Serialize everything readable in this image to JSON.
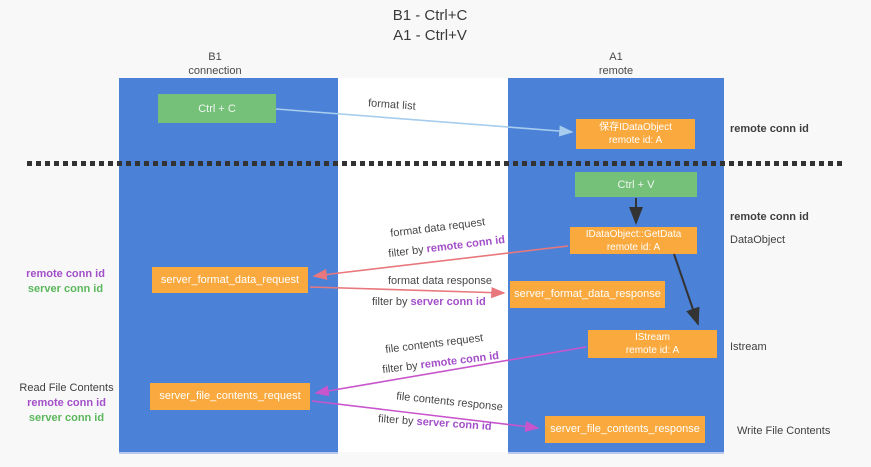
{
  "title": {
    "line1": "B1 - Ctrl+C",
    "line2": "A1 - Ctrl+V"
  },
  "lanes": {
    "b1": {
      "header_line1": "B1",
      "header_line2": "connection"
    },
    "a1": {
      "header_line1": "A1",
      "header_line2": "remote"
    }
  },
  "boxes": {
    "ctrl_c": "Ctrl + C",
    "ctrl_v": "Ctrl + V",
    "saved_idataobject_line1": "保存IDataObject",
    "saved_idataobject_line2": "remote id: A",
    "getdata_line1": "IDataObject::GetData",
    "getdata_line2": "remote id: A",
    "format_request": "server_format_data_request",
    "format_response": "server_format_data_response",
    "istream_line1": "IStream",
    "istream_line2": "remote id: A",
    "file_request": "server_file_contents_request",
    "file_response": "server_file_contents_response"
  },
  "arrow_labels": {
    "format_list": "format list",
    "format_data_request": "format data request",
    "format_data_response": "format data response",
    "file_contents_request": "file contents request",
    "file_contents_response": "file contents response",
    "filter_by": "filter by ",
    "remote_conn_id": "remote conn id",
    "server_conn_id": "server conn id"
  },
  "annotations": {
    "remote_conn_id": "remote conn id",
    "server_conn_id": "server conn id",
    "dataobject": "DataObject",
    "istream": "Istream",
    "read_file_contents": "Read File Contents",
    "write_file_contents": "Write File Contents"
  },
  "colors": {
    "lane_blue": "#4b81d7",
    "box_green": "#76c179",
    "box_orange": "#f9a93d",
    "text_purple": "#a34fc9",
    "text_green": "#5bb75b",
    "arrow_light_blue": "#a6ccee",
    "arrow_salmon": "#e8787d",
    "arrow_magenta": "#c855cc",
    "arrow_black": "#333333",
    "background": "#f8f8f9"
  }
}
